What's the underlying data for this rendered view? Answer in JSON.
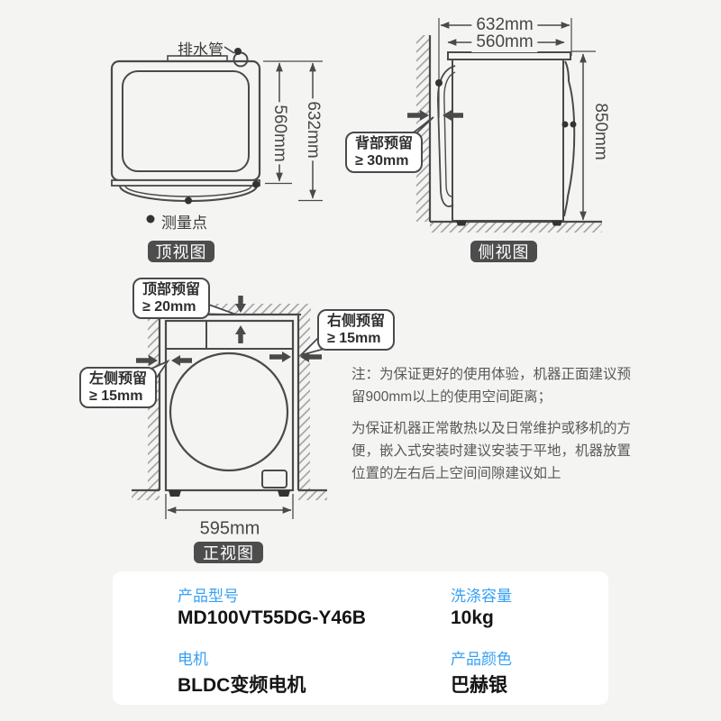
{
  "page": {
    "bg_color": "#f4f4f3",
    "line_color": "#4a4a4a",
    "accent_blue": "#36a0f4",
    "badge_bg": "#4d4d4d"
  },
  "top_view": {
    "badge": "顶视图",
    "drain_label": "排水管",
    "measure_point_label": "测量点",
    "dim_inner": "560mm",
    "dim_outer": "632mm"
  },
  "side_view": {
    "badge": "侧视图",
    "dim_outer": "632mm",
    "dim_inner": "560mm",
    "dim_height": "850mm",
    "callout_back_line1": "背部预留",
    "callout_back_line2": "≥ 30mm"
  },
  "front_view": {
    "badge": "正视图",
    "dim_width": "595mm",
    "callout_top_line1": "顶部预留",
    "callout_top_line2": "≥ 20mm",
    "callout_right_line1": "右侧预留",
    "callout_right_line2": "≥ 15mm",
    "callout_left_line1": "左侧预留",
    "callout_left_line2": "≥ 15mm"
  },
  "note": {
    "para1": "注：为保证更好的使用体验，机器正面建议预留900mm以上的使用空间距离；",
    "para2": "为保证机器正常散热以及日常维护或移机的方便，嵌入式安装时建议安装于平地，机器放置位置的左右后上空间间隙建议如上"
  },
  "specs": {
    "items": [
      {
        "label": "产品型号",
        "value": "MD100VT55DG-Y46B"
      },
      {
        "label": "洗涤容量",
        "value": "10kg"
      },
      {
        "label": "电机",
        "value": "BLDC变频电机"
      },
      {
        "label": "产品颜色",
        "value": "巴赫银"
      }
    ]
  }
}
